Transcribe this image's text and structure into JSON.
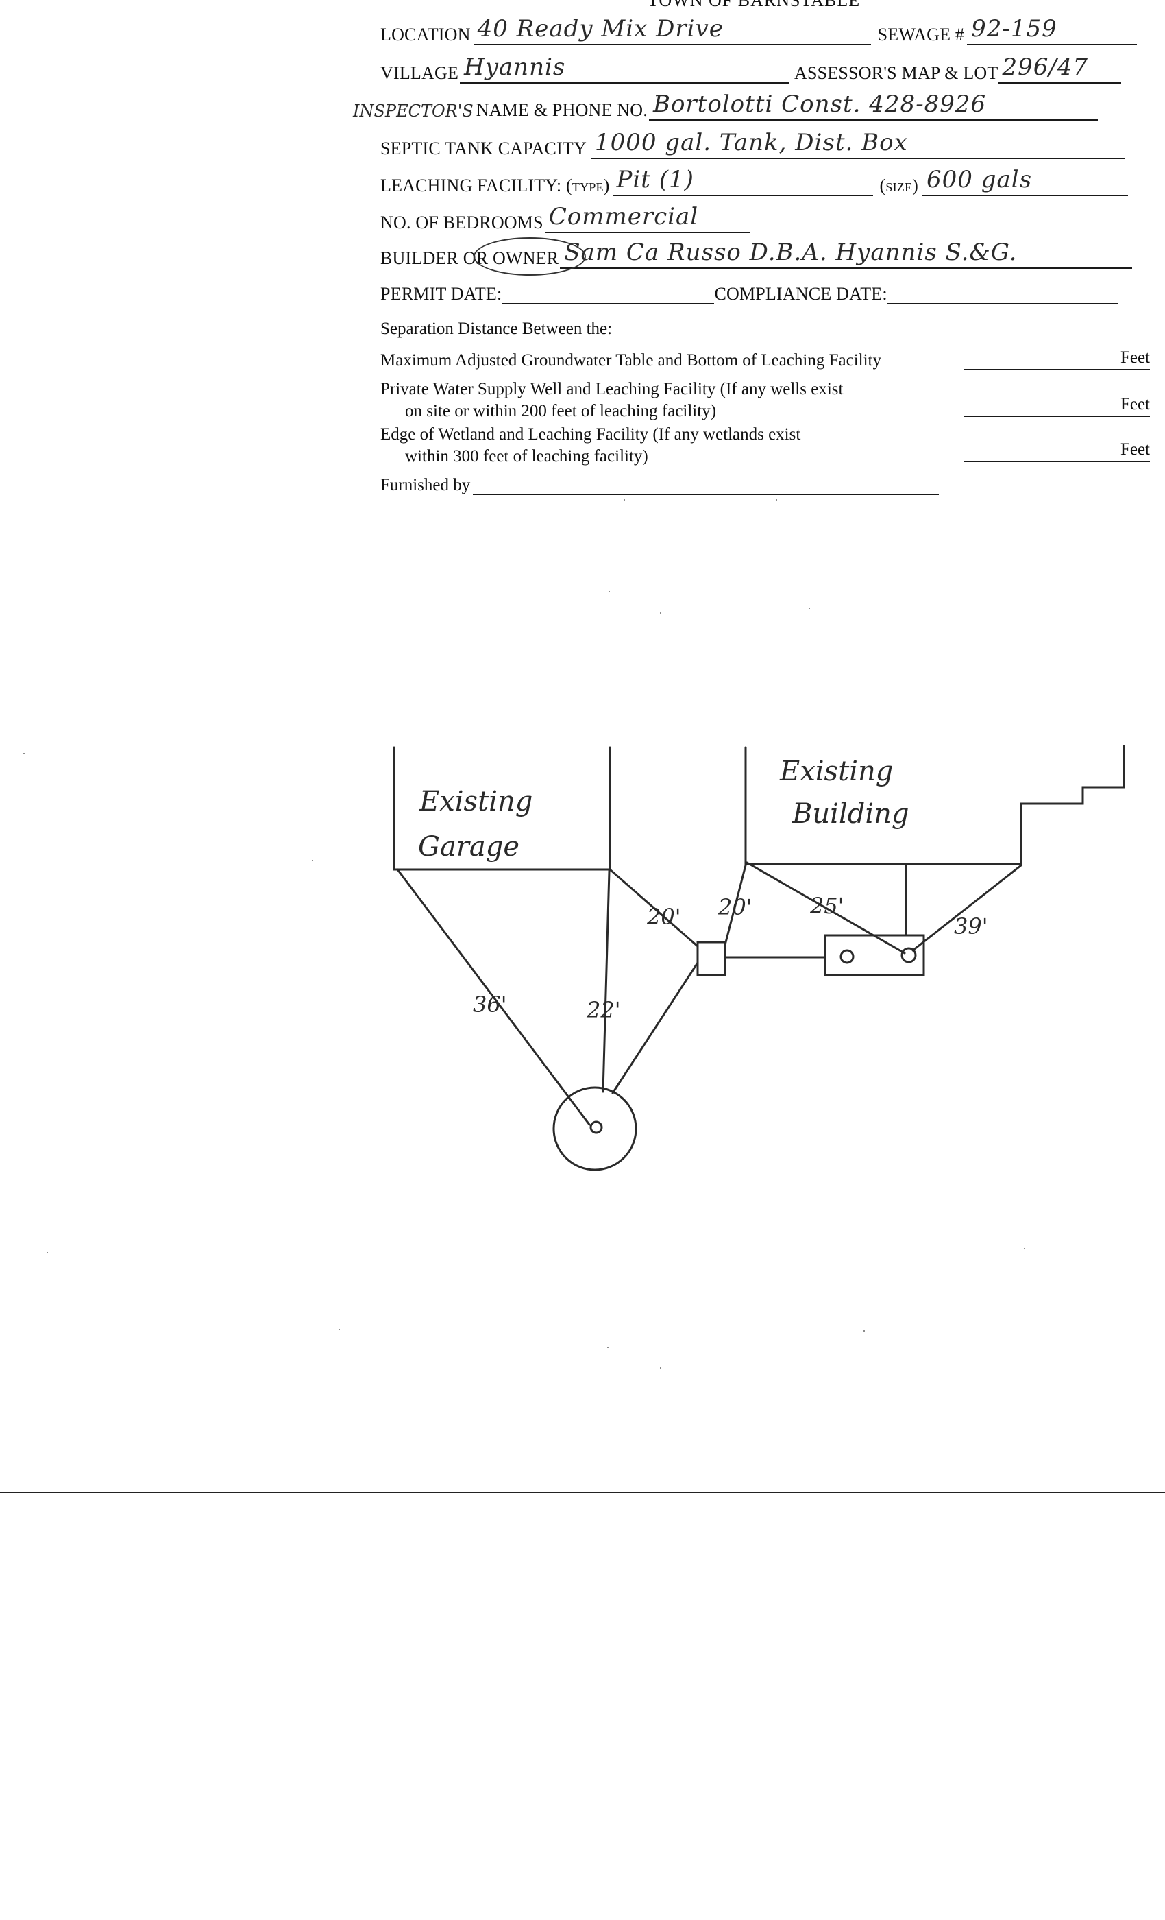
{
  "header": {
    "town": "TOWN OF BARNSTABLE"
  },
  "fields": {
    "location_label": "LOCATION",
    "location_value": "40 Ready Mix Drive",
    "sewage_label": "SEWAGE #",
    "sewage_value": "92-159",
    "village_label": "VILLAGE",
    "village_value": "Hyannis",
    "map_lot_label": "ASSESSOR'S MAP & LOT",
    "map_lot_value": "296/47",
    "inspector_label_hand": "INSPECTOR'S",
    "inspector_label": "NAME & PHONE NO.",
    "inspector_value": "Bortolotti Const. 428-8926",
    "septic_label": "SEPTIC TANK CAPACITY",
    "septic_value": "1000 gal. Tank, Dist. Box",
    "leaching_label": "LEACHING FACILITY: (type)",
    "leaching_type_value": "Pit (1)",
    "size_label": "(size)",
    "size_value": "600 gals",
    "bedrooms_label": "NO. OF BEDROOMS",
    "bedrooms_value": "Commercial",
    "builder_label_a": "BUILDER ",
    "builder_label_b": "OR OWNER",
    "builder_value": "Sam Ca Russo D.B.A. Hyannis S.&G.",
    "permit_label": "PERMIT DATE:",
    "compliance_label": "COMPLIANCE DATE:"
  },
  "separation": {
    "heading": "Separation Distance Between the:",
    "rows": [
      {
        "line1": "Maximum Adjusted Groundwater Table and Bottom of Leaching Facility",
        "line2": "",
        "unit": "Feet"
      },
      {
        "line1": "Private Water Supply Well and Leaching Facility  (If any wells exist",
        "line2": "on site or within 200 feet of leaching facility)",
        "unit": "Feet"
      },
      {
        "line1": "Edge of Wetland and Leaching Facility (If any wetlands exist",
        "line2": "within 300 feet of leaching facility)",
        "unit": "Feet"
      }
    ],
    "furnished_label": "Furnished by"
  },
  "sketch": {
    "garage_line1": "Existing",
    "garage_line2": "Garage",
    "building_line1": "Existing",
    "building_line2": "Building",
    "dim_garage_pit_corner": "36'",
    "dim_garage_pit_edge": "22'",
    "dim_garage_box": "20'",
    "dim_building_box": "20'",
    "dim_building_tank": "25'",
    "dim_building_tank_right": "39'"
  }
}
